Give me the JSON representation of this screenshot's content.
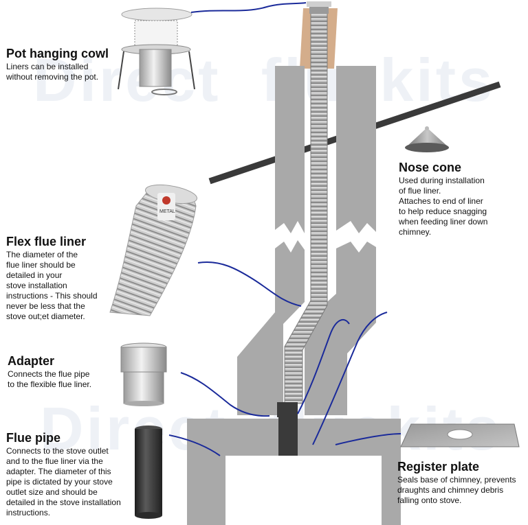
{
  "watermark": {
    "text_a": "Direct",
    "text_b": "fluekits"
  },
  "components": [
    {
      "id": "pot-hanging-cowl",
      "title": "Pot hanging cowl",
      "lines": [
        "Liners can be installed",
        "without removing the pot."
      ]
    },
    {
      "id": "nose-cone",
      "title": "Nose cone",
      "lines": [
        "Used during installation",
        "of flue liner.",
        "Attaches to end of liner",
        "to help reduce snagging",
        "when feeding liner down",
        "chimney."
      ]
    },
    {
      "id": "flex-flue-liner",
      "title": "Flex flue liner",
      "lines": [
        "The diameter of the",
        "flue liner should be",
        "detailed in your",
        "stove installation",
        "instructions - This should",
        "never be less that the",
        "stove out;et diameter."
      ]
    },
    {
      "id": "adapter",
      "title": "Adapter",
      "lines": [
        "Connects the flue pipe",
        "to the flexible flue liner."
      ]
    },
    {
      "id": "flue-pipe",
      "title": "Flue pipe",
      "lines": [
        "Connects to the stove outlet",
        "and to the flue liner via  the",
        "adapter. The diameter of this",
        "pipe is dictated by your stove",
        "outlet size and should be",
        "detailed in the stove installation",
        "instructions."
      ]
    },
    {
      "id": "register-plate",
      "title": "Register plate",
      "lines": [
        "Seals base of chimney, prevents",
        "draughts and chimney debris",
        "falling onto stove."
      ]
    }
  ],
  "liner_badge": "METAL",
  "colors": {
    "wall": "#a9a9a9",
    "wall_dark": "#8f8f8f",
    "pot": "#d4ad8b",
    "callout": "#1a2a9a",
    "pipe": "#3a3a3a",
    "liner": "#b8b8b8"
  }
}
